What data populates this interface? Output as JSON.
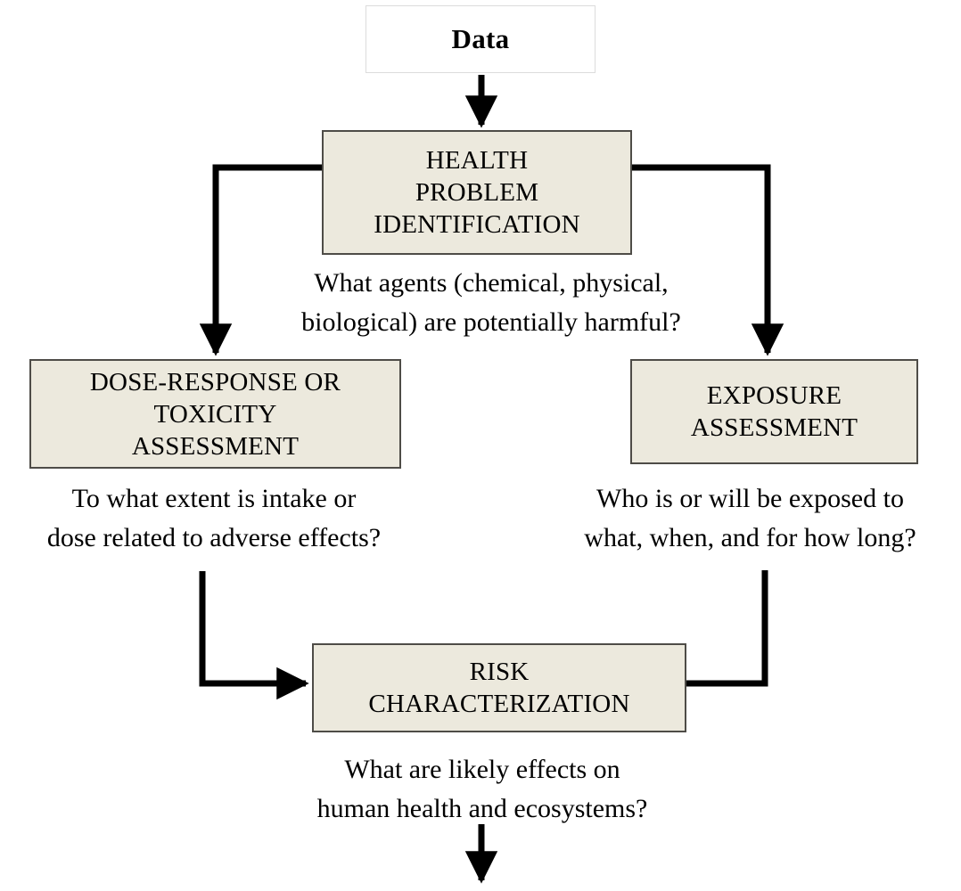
{
  "diagram": {
    "title": "Risk Assessment Framework Flowchart",
    "colors": {
      "box_fill": "#ece9dd",
      "box_border": "#4e4c47",
      "data_fill": "#ffffff",
      "data_border": "#dcdcdc",
      "connector": "#000000",
      "text": "#000000"
    },
    "nodes": {
      "data": {
        "label": "Data"
      },
      "health_problem": {
        "label": "HEALTH\nPROBLEM\nIDENTIFICATION"
      },
      "dose_response": {
        "label": "DOSE-RESPONSE OR\nTOXICITY\nASSESSMENT"
      },
      "exposure": {
        "label": "EXPOSURE\nASSESSMENT"
      },
      "risk": {
        "label": "RISK\nCHARACTERIZATION"
      }
    },
    "captions": {
      "health_problem": "What agents (chemical, physical,\nbiological) are potentially harmful?",
      "dose_response": "To what extent is intake or\ndose related to adverse effects?",
      "exposure": "Who is or will be exposed to\nwhat, when, and for how long?",
      "risk": "What are likely effects on\nhuman health and ecosystems?"
    },
    "connectors": [
      {
        "name": "data-to-health",
        "from": "data",
        "to": "health_problem",
        "arrow": true
      },
      {
        "name": "health-to-dose",
        "from": "health_problem",
        "to": "dose_response",
        "arrow": true
      },
      {
        "name": "health-to-exposure",
        "from": "health_problem",
        "to": "exposure",
        "arrow": true
      },
      {
        "name": "dose-to-risk",
        "from": "dose_response",
        "to": "risk",
        "arrow": true
      },
      {
        "name": "exposure-to-risk",
        "from": "exposure",
        "to": "risk",
        "arrow": false
      },
      {
        "name": "risk-output",
        "from": "risk",
        "to": "output",
        "arrow": true
      }
    ]
  }
}
